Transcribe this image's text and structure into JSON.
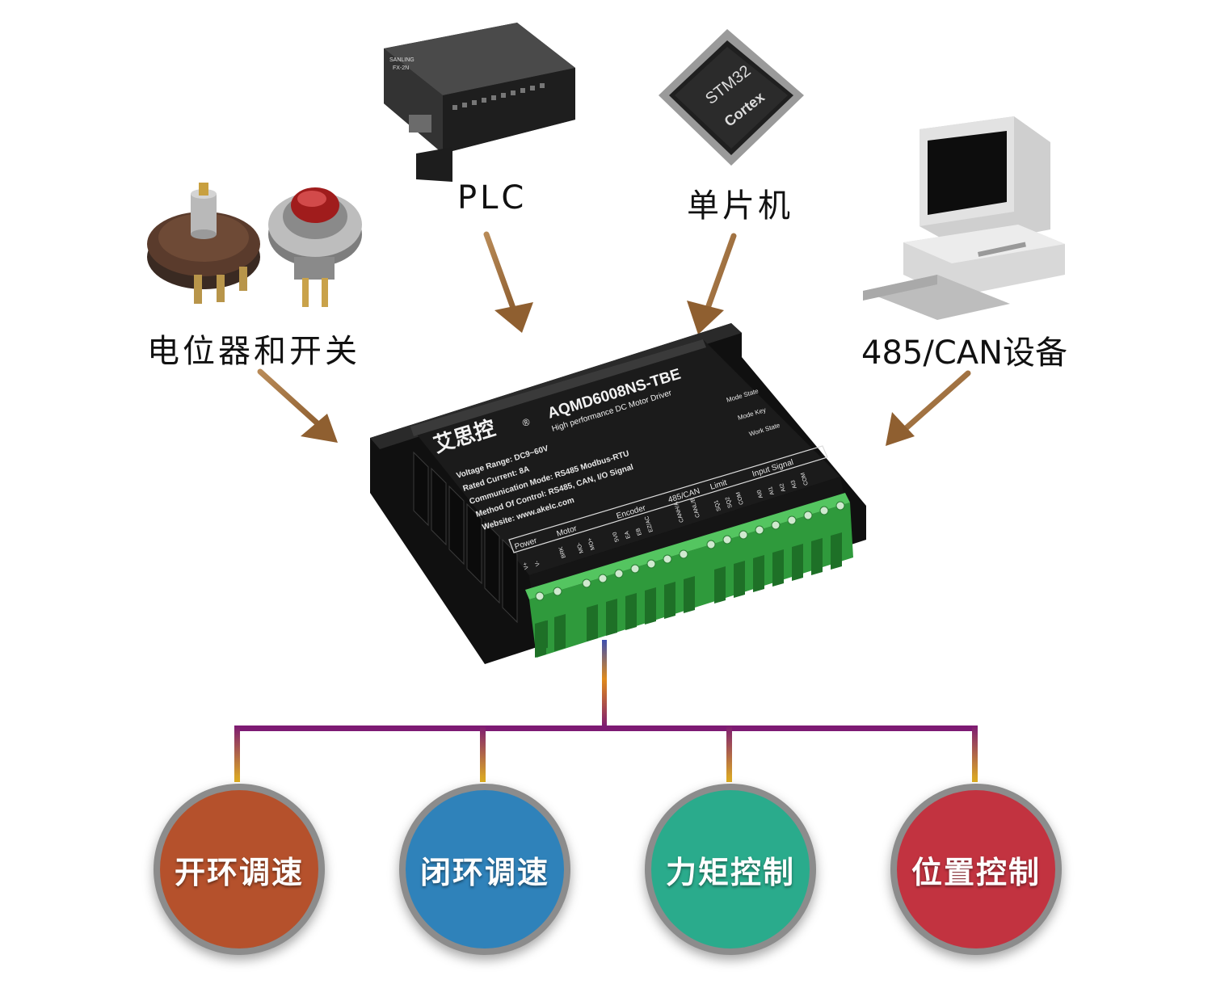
{
  "inputs": {
    "pot_switch": "电位器和开关",
    "plc": "PLC",
    "mcu": "单片机",
    "bus": "485/CAN设备"
  },
  "device": {
    "brand": "艾思控",
    "brand_mark": "®",
    "model": "AQMD6008NS-TBE",
    "subtitle": "High performance DC Motor Driver",
    "specs": [
      "Voltage Range: DC9~60V",
      "Rated Current: 8A",
      "Communication Mode:  RS485 Modbus-RTU",
      "Method Of Control:  RS485, CAN, I/O Signal",
      "Website: www.akelc.com"
    ],
    "indicators": [
      "Mode State",
      "Mode Key",
      "Work State"
    ],
    "groups": [
      "Power",
      "Motor",
      "Encoder",
      "485/CAN",
      "Limit",
      "Input Signal"
    ],
    "pins": {
      "power": [
        "V+",
        "V-"
      ],
      "motor": [
        "BRK",
        "MO-",
        "MO+"
      ],
      "encoder": [
        "5V0",
        "EA",
        "EB",
        "EZ/AC"
      ],
      "bus": [
        "CANH/A",
        "CANL/B"
      ],
      "limit": [
        "SQ1",
        "SQ2",
        "COM"
      ],
      "input": [
        "AI0",
        "AI1",
        "AI2",
        "AI3",
        "COM"
      ]
    },
    "mcu_chip": [
      "STM32",
      "Cortex"
    ],
    "plc_brand": [
      "SANLING",
      "FX-2N"
    ]
  },
  "outputs": {
    "open_loop": "开环调速",
    "closed_loop": "闭环调速",
    "torque": "力矩控制",
    "position": "位置控制"
  },
  "colors": {
    "arrow": "#a0713f",
    "tree_line": "#7d1a73",
    "tree_drop": "#d9a21c",
    "open_loop": "#b5512c",
    "closed_loop": "#2f82ba",
    "torque": "#2aab8c",
    "position": "#c23340",
    "terminal": "#3fb14b",
    "device_body": "#1b1b1b"
  }
}
